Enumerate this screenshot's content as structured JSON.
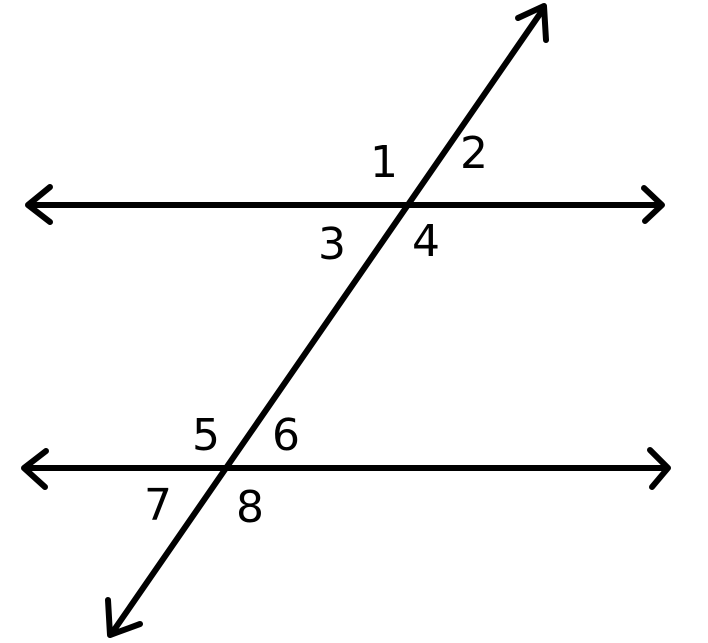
{
  "angle_labels": {
    "a1": "1",
    "a2": "2",
    "a3": "3",
    "a4": "4",
    "a5": "5",
    "a6": "6",
    "a7": "7",
    "a8": "8"
  },
  "colors": {
    "stroke": "#000000",
    "background": "#ffffff"
  }
}
